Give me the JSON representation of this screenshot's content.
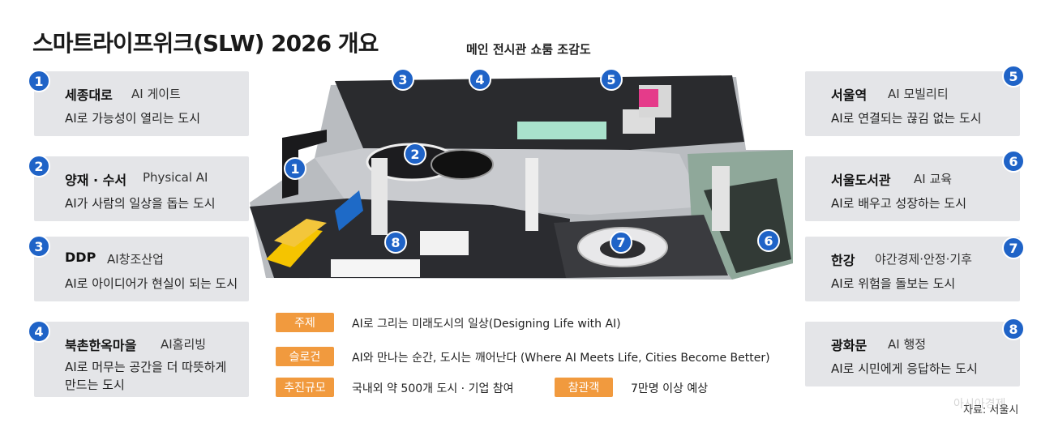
{
  "title": "스마트라이프위크(SLW) 2026 개요",
  "floor_title": "메인 전시관 쇼룸 조감도",
  "left_cards": [
    {
      "num": "1",
      "name": "세종대로",
      "tag": "AI 게이트",
      "desc": [
        "AI로 가능성이 열리는 도시"
      ]
    },
    {
      "num": "2",
      "name": "양재 · 수서",
      "tag": "Physical AI",
      "desc": [
        "AI가 사람의 일상을 돕는 도시"
      ]
    },
    {
      "num": "3",
      "name": "DDP",
      "tag": "AI창조산업",
      "desc": [
        "AI로 아이디어가 현실이 되는 도시"
      ]
    },
    {
      "num": "4",
      "name": "북촌한옥마을",
      "tag": "AI홈리빙",
      "desc": [
        "AI로 머무는 공간을 더 따뜻하게",
        "만드는 도시"
      ]
    }
  ],
  "right_cards": [
    {
      "num": "5",
      "name": "서울역",
      "tag": "AI 모빌리티",
      "desc": [
        "AI로 연결되는 끊김 없는 도시"
      ]
    },
    {
      "num": "6",
      "name": "서울도서관",
      "tag": "AI 교육",
      "desc": [
        "AI로 배우고 성장하는 도시"
      ]
    },
    {
      "num": "7",
      "name": "한강",
      "tag": "야간경제·안정·기후",
      "desc": [
        "AI로 위험을 돌보는 도시"
      ]
    },
    {
      "num": "8",
      "name": "광화문",
      "tag": "AI 행정",
      "desc": [
        "AI로 시민에게 응답하는 도시"
      ]
    }
  ],
  "map_badges": [
    "1",
    "2",
    "3",
    "4",
    "5",
    "6",
    "7",
    "8"
  ],
  "info": {
    "theme_label": "주제",
    "theme_text": "AI로 그리는 미래도시의 일상(Designing Life with AI)",
    "slogan_label": "슬로건",
    "slogan_text": "AI와 만나는 순간, 도시는 깨어난다 (Where AI Meets Life, Cities Become Better)",
    "scale_label": "추진규모",
    "scale_text": "국내외 약 500개 도시 · 기업 참여",
    "visitors_label": "참관객",
    "visitors_text": "7만명 이상 예상"
  },
  "source": "자료: 서울시",
  "watermark": "아시아경제",
  "colors": {
    "badge": "#1f63c7",
    "pill": "#f19a3e",
    "card": "#e4e5e8"
  }
}
